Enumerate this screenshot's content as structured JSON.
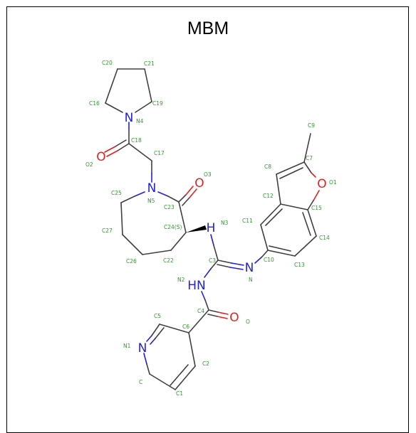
{
  "title": "MBM",
  "colors": {
    "carbon": "#404040",
    "nitrogen": "#1f1fe6",
    "oxygen": "#e61f1f",
    "label": "#2e9a2e"
  },
  "atoms": [
    {
      "id": "N4",
      "symbol": "N",
      "element": "N"
    },
    {
      "id": "O2a",
      "symbol": "O",
      "element": "O"
    },
    {
      "id": "N5",
      "symbol": "N",
      "element": "N"
    },
    {
      "id": "O3a",
      "symbol": "O",
      "element": "O"
    },
    {
      "id": "NH3",
      "symbol": "H",
      "element": "N"
    },
    {
      "id": "Nb",
      "symbol": "N",
      "element": "N"
    },
    {
      "id": "HN2",
      "symbol": "HN",
      "element": "N"
    },
    {
      "id": "Oa",
      "symbol": "O",
      "element": "O"
    },
    {
      "id": "N1a",
      "symbol": "N",
      "element": "N"
    },
    {
      "id": "O1a",
      "symbol": "O",
      "element": "O"
    }
  ],
  "atom_labels": [
    "C20",
    "C21",
    "C16",
    "C19",
    "N4",
    "C18",
    "C17",
    "O2",
    "C9",
    "C8",
    "C7",
    "O1",
    "C12",
    "C15",
    "O3",
    "N5",
    "C25",
    "C23",
    "C24(S)",
    "N3",
    "C11",
    "C14",
    "C27",
    "C26",
    "C22",
    "C3",
    "C10",
    "C13",
    "N",
    "N2",
    "C4",
    "O",
    "C5",
    "C6",
    "N1",
    "C2",
    "C",
    "C1"
  ]
}
